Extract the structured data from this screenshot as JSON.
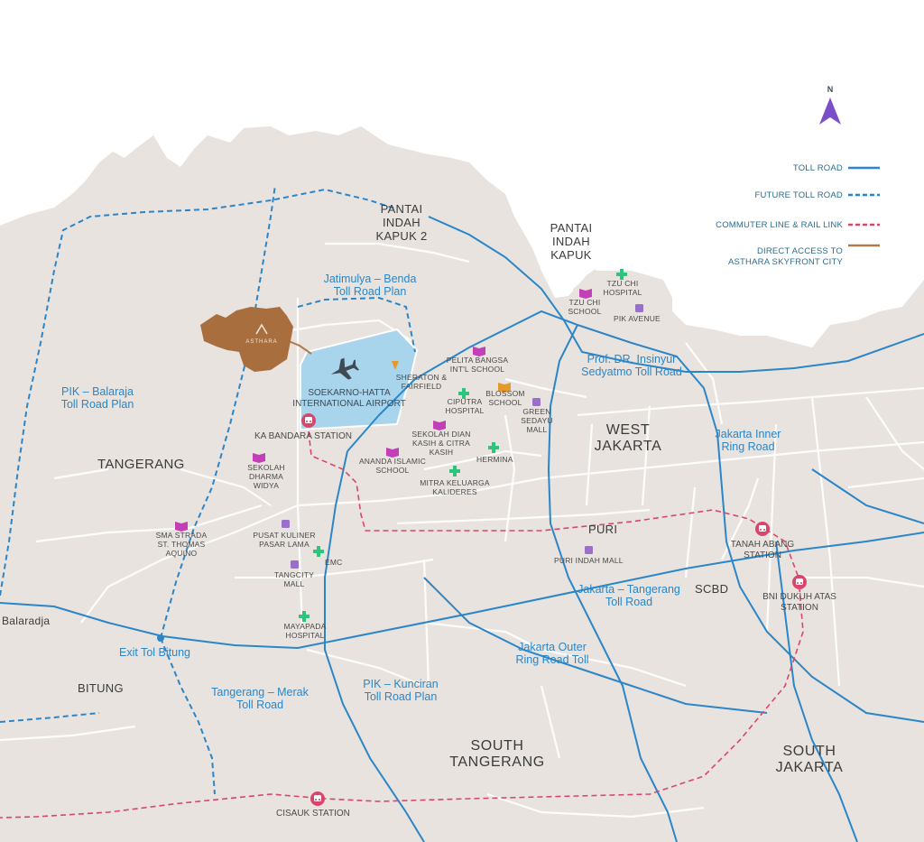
{
  "compass": {
    "label": "N"
  },
  "legend": [
    {
      "label": "TOLL ROAD",
      "style": "solid",
      "color": "#2a86c8"
    },
    {
      "label": "FUTURE TOLL ROAD",
      "style": "dashed",
      "color": "#2a86c8"
    },
    {
      "label": "COMMUTER LINE & RAIL LINK",
      "style": "dashed",
      "color": "#d9466c"
    },
    {
      "label": "DIRECT ACCESS TO ASTHARA SKYFRONT CITY",
      "style": "solid",
      "color": "#b07a4a"
    }
  ],
  "areas": {
    "tangerang": "TANGERANG",
    "west_jakarta": "WEST JAKARTA",
    "south_tangerang": "SOUTH TANGERANG",
    "south_jakarta": "SOUTH JAKARTA",
    "pantai_indah_kapuk_2": "PANTAI INDAH KAPUK 2",
    "pantai_indah_kapuk": "PANTAI INDAH KAPUK",
    "puri": "PURI",
    "scbd": "SCBD",
    "bitung": "BITUNG",
    "balaradja": "Balaradja"
  },
  "roads": {
    "jatimulya": "Jatimulya – Benda Toll Road Plan",
    "pik_balaraja": "PIK – Balaraja Toll Road Plan",
    "sedyatmo": "Prof. DR. Insinyur Sedyatmo Toll Road",
    "inner_ring": "Jakarta Inner Ring Road",
    "jakarta_tangerang": "Jakarta – Tangerang Toll Road",
    "outer_ring": "Jakarta Outer Ring Road Toll",
    "pik_kunciran": "PIK – Kunciran Toll Road Plan",
    "tangerang_merak": "Tangerang – Merak Toll Road",
    "exit_bitung": "Exit Tol Bitung"
  },
  "airport": {
    "name": "SOEKARNO-HATTA INTERNATIONAL AIRPORT"
  },
  "logo_text": "ASTHARA",
  "stations": {
    "ka_bandara": "KA BANDARA STATION",
    "tanah_abang": "TANAH ABANG STATION",
    "bni_dukuh_atas": "BNI DUKUH ATAS STATION",
    "cisauk": "CISAUK STATION"
  },
  "pois": {
    "tzu_chi_hospital": "TZU CHI HOSPITAL",
    "tzu_chi_school": "TZU CHI SCHOOL",
    "pik_avenue": "PIK AVENUE",
    "pelita_bangsa": "PELITA BANGSA INT'L SCHOOL",
    "sheraton": "SHERATON & FAIRFIELD",
    "ciputra_hospital": "CIPUTRA HOSPITAL",
    "blossom_school": "BLOSSOM SCHOOL",
    "green_sedayu": "GREEN SEDAYU MALL",
    "dian_kasih": "SEKOLAH DIAN KASIH & CITRA KASIH",
    "hermina": "HERMINA",
    "ananda_islamic": "ANANDA ISLAMIC SCHOOL",
    "mitra_keluarga": "MITRA KELUARGA KALIDERES",
    "dharma_widya": "SEKOLAH DHARMA WIDYA",
    "sma_strada": "SMA STRADA ST. THOMAS AQUINO",
    "pusat_kuliner": "PUSAT KULINER PASAR LAMA",
    "emc": "EMC",
    "tangcity": "TANGCITY MALL",
    "mayapada": "MAYAPADA HOSPITAL",
    "puri_indah_mall": "PURI INDAH MALL"
  },
  "colors": {
    "land": "#e8e3de",
    "sea": "#ffffff",
    "toll": "#2a86c8",
    "rail": "#d9466c",
    "access": "#b07a4a",
    "hospital": "#2fc47c",
    "school": "#c33fb8",
    "mall": "#9a6fcc",
    "compass": "#7a4fc9"
  }
}
